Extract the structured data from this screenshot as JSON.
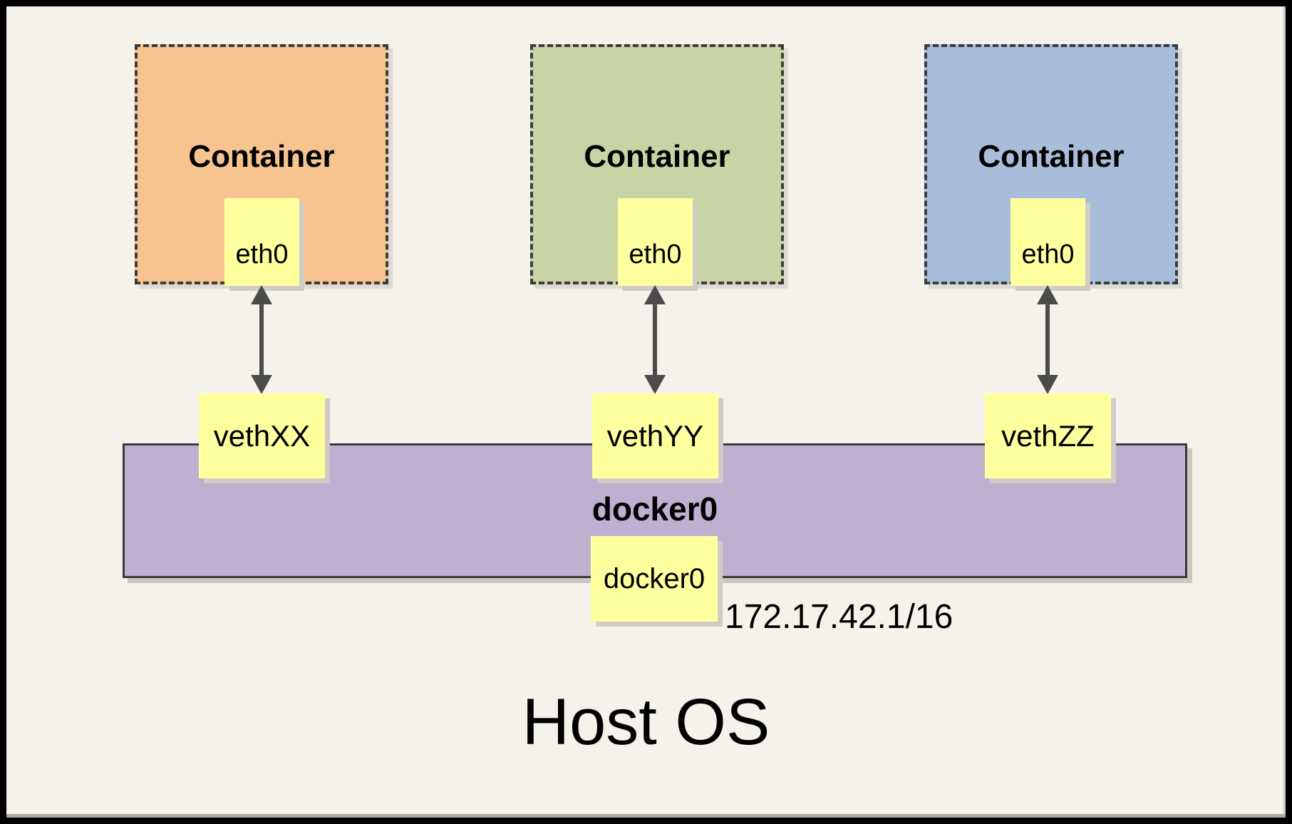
{
  "host": {
    "label": "Host OS"
  },
  "bridge": {
    "name": "docker0",
    "interface": "docker0",
    "ip": "172.17.42.1/16"
  },
  "containers": [
    {
      "label": "Container",
      "interface": "eth0",
      "veth": "vethXX",
      "fill": "#f7c48f"
    },
    {
      "label": "Container",
      "interface": "eth0",
      "veth": "vethYY",
      "fill": "#c8d4a4"
    },
    {
      "label": "Container",
      "interface": "eth0",
      "veth": "vethZZ",
      "fill": "#a8bdda"
    }
  ],
  "colors": {
    "background": "#f4f2eb",
    "frame_border": "#000000",
    "container_orange": "#f7c48f",
    "container_green": "#c8d4a4",
    "container_blue": "#a8bdda",
    "interface_yellow": "#feff9d",
    "bridge_purple": "#bfb0d1",
    "dashed_border": "#3c3c3c",
    "arrow_gray": "#4b4b4b"
  }
}
